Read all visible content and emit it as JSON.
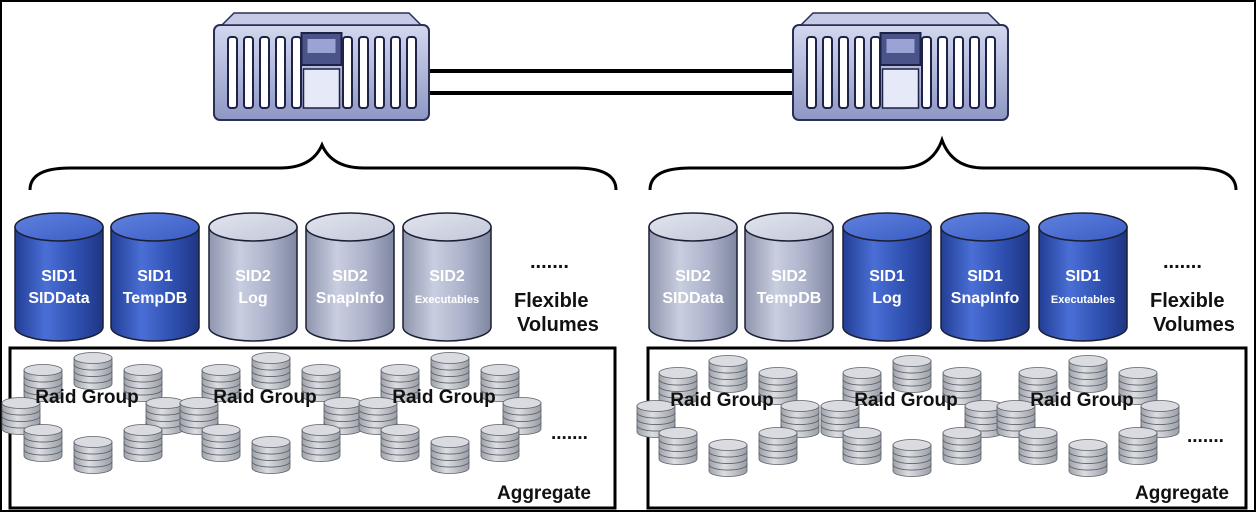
{
  "colors": {
    "dark_volume": "#3557b8",
    "light_volume": "#b9bfd2",
    "disk": "#c9ccd2",
    "controller": "#a9b1d6"
  },
  "left": {
    "volumes": [
      {
        "line1": "SID1",
        "line2": "SIDData",
        "shade": "dark"
      },
      {
        "line1": "SID1",
        "line2": "TempDB",
        "shade": "dark"
      },
      {
        "line1": "SID2",
        "line2": "Log",
        "shade": "light"
      },
      {
        "line1": "SID2",
        "line2": "SnapInfo",
        "shade": "light"
      },
      {
        "line1": "SID2",
        "line2": "Executables",
        "shade": "light"
      }
    ],
    "ellipsis_volumes": ".......",
    "flexible_line1": "Flexible",
    "flexible_line2": "Volumes",
    "raid_groups": [
      "Raid Group",
      "Raid Group",
      "Raid Group"
    ],
    "ellipsis_raid": ".......",
    "aggregate": "Aggregate"
  },
  "right": {
    "volumes": [
      {
        "line1": "SID2",
        "line2": "SIDData",
        "shade": "light"
      },
      {
        "line1": "SID2",
        "line2": "TempDB",
        "shade": "light"
      },
      {
        "line1": "SID1",
        "line2": "Log",
        "shade": "dark"
      },
      {
        "line1": "SID1",
        "line2": "SnapInfo",
        "shade": "dark"
      },
      {
        "line1": "SID1",
        "line2": "Executables",
        "shade": "dark"
      }
    ],
    "ellipsis_volumes": ".......",
    "flexible_line1": "Flexible",
    "flexible_line2": "Volumes",
    "raid_groups": [
      "Raid Group",
      "Raid Group",
      "Raid Group"
    ],
    "ellipsis_raid": ".......",
    "aggregate": "Aggregate"
  }
}
